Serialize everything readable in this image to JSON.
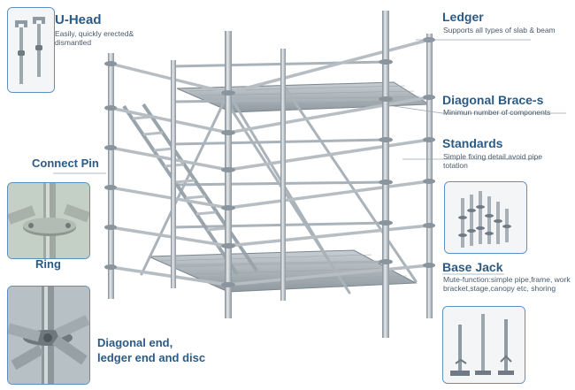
{
  "labels": {
    "u_head": {
      "title": "U-Head",
      "desc": "Easily,  quickly erected& dismantled"
    },
    "ledger": {
      "title": "Ledger",
      "desc": "Supports all types of slab & beam"
    },
    "diagonal_brace": {
      "title": "Diagonal Brace-s",
      "desc": "Minimun number of components"
    },
    "standards": {
      "title": "Standards",
      "desc": "Simple fixing detail,avoid pipe totation"
    },
    "base_jack": {
      "title": "Base Jack",
      "desc": "Mute-function:simple pipe,frame, work bracket,stage,canopy etc, shoring"
    },
    "connect_pin": {
      "title": "Connect Pin"
    },
    "ring": {
      "title": "Ring"
    },
    "diagonal_end": {
      "title": "Diagonal end,",
      "title2": "ledger end and disc"
    }
  },
  "colors": {
    "accent": "#2a5b86",
    "thumb_border": "#5c8fbf",
    "steel": "#a9b3bb",
    "steel_dark": "#6f7a84"
  },
  "icons": [
    "u-head-photo",
    "connect-pin-photo",
    "rosette-photo",
    "standards-photo",
    "base-jack-photo"
  ]
}
